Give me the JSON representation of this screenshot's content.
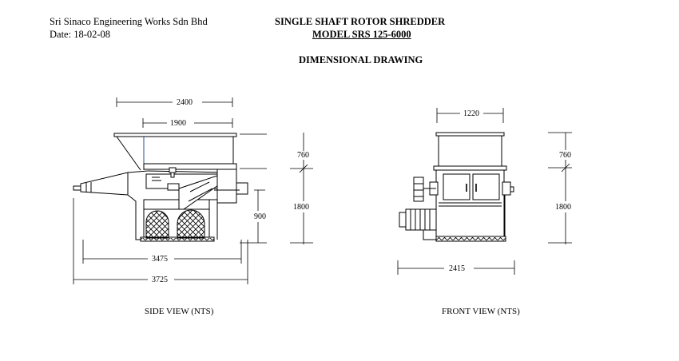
{
  "header": {
    "company": "Sri Sinaco Engineering Works Sdn Bhd",
    "date": "Date: 18-02-08",
    "title": "SINGLE SHAFT ROTOR SHREDDER",
    "model": "MODEL SRS 125-6000",
    "subtitle": "DIMENSIONAL DRAWING"
  },
  "side_view": {
    "caption": "SIDE VIEW (NTS)",
    "dims": {
      "top_width": "2400",
      "hopper_width": "1900",
      "h_upper": "760",
      "h_total": "1800",
      "h_inner": "900",
      "length_body": "3475",
      "length_total": "3725"
    }
  },
  "front_view": {
    "caption": "FRONT VIEW (NTS)",
    "dims": {
      "top_width": "1220",
      "h_upper": "760",
      "h_total": "1800",
      "width_total": "2415"
    }
  }
}
